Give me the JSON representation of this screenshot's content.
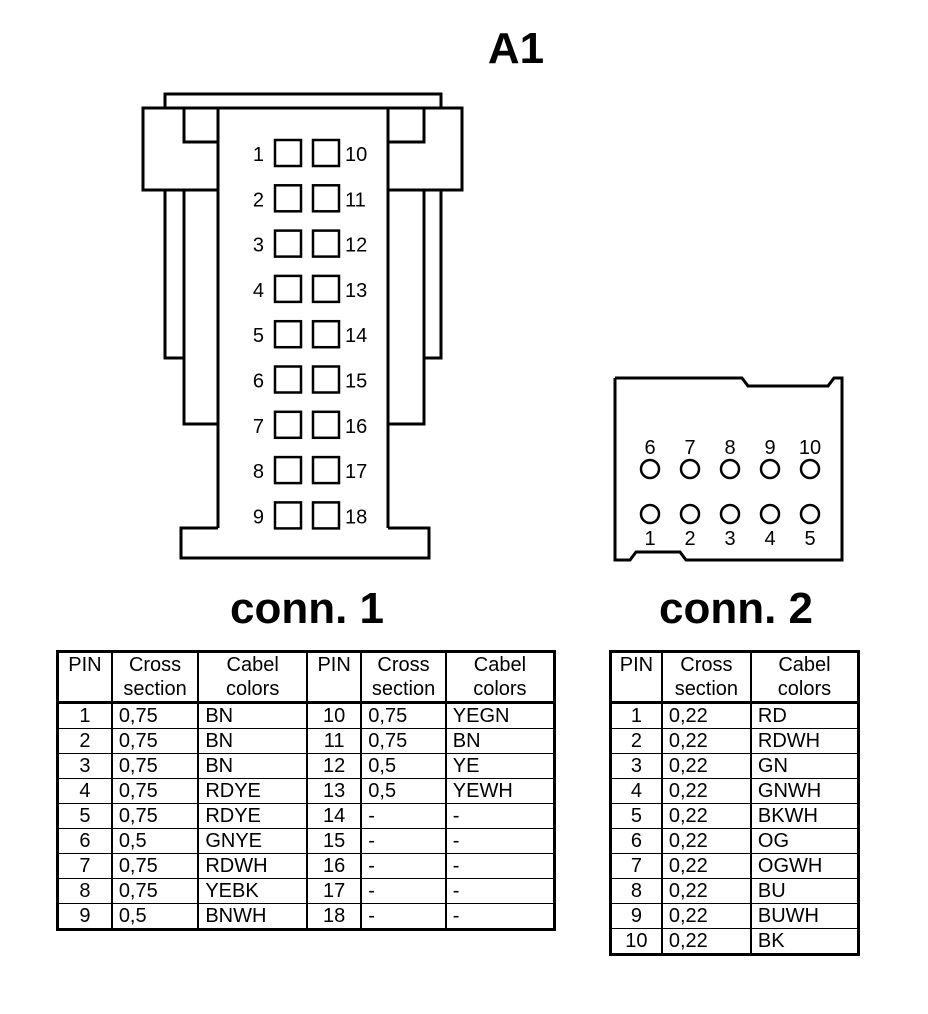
{
  "titles": {
    "main": "A1",
    "conn1": "conn. 1",
    "conn2": "conn. 2"
  },
  "conn1_diagram": {
    "left_pins": [
      "1",
      "2",
      "3",
      "4",
      "5",
      "6",
      "7",
      "8",
      "9"
    ],
    "right_pins": [
      "10",
      "11",
      "12",
      "13",
      "14",
      "15",
      "16",
      "17",
      "18"
    ]
  },
  "conn2_diagram": {
    "top_row_pins": [
      "6",
      "7",
      "8",
      "9",
      "10"
    ],
    "bottom_row_pins": [
      "1",
      "2",
      "3",
      "4",
      "5"
    ]
  },
  "table_headers": {
    "pin": "PIN",
    "cross_line1": "Cross",
    "cross_line2": "section",
    "colors_line1": "Cabel",
    "colors_line2": "colors"
  },
  "conn1_table": {
    "rows": [
      {
        "pin_a": "1",
        "cross_a": "0,75",
        "color_a": "BN",
        "pin_b": "10",
        "cross_b": "0,75",
        "color_b": "YEGN"
      },
      {
        "pin_a": "2",
        "cross_a": "0,75",
        "color_a": "BN",
        "pin_b": "11",
        "cross_b": "0,75",
        "color_b": "BN"
      },
      {
        "pin_a": "3",
        "cross_a": "0,75",
        "color_a": "BN",
        "pin_b": "12",
        "cross_b": "0,5",
        "color_b": "YE"
      },
      {
        "pin_a": "4",
        "cross_a": "0,75",
        "color_a": "RDYE",
        "pin_b": "13",
        "cross_b": "0,5",
        "color_b": "YEWH"
      },
      {
        "pin_a": "5",
        "cross_a": "0,75",
        "color_a": "RDYE",
        "pin_b": "14",
        "cross_b": "-",
        "color_b": "-"
      },
      {
        "pin_a": "6",
        "cross_a": "0,5",
        "color_a": "GNYE",
        "pin_b": "15",
        "cross_b": "-",
        "color_b": "-"
      },
      {
        "pin_a": "7",
        "cross_a": "0,75",
        "color_a": "RDWH",
        "pin_b": "16",
        "cross_b": "-",
        "color_b": "-"
      },
      {
        "pin_a": "8",
        "cross_a": "0,75",
        "color_a": "YEBK",
        "pin_b": "17",
        "cross_b": "-",
        "color_b": "-"
      },
      {
        "pin_a": "9",
        "cross_a": "0,5",
        "color_a": "BNWH",
        "pin_b": "18",
        "cross_b": "-",
        "color_b": "-"
      }
    ]
  },
  "conn2_table": {
    "rows": [
      {
        "pin": "1",
        "cross": "0,22",
        "color": "RD"
      },
      {
        "pin": "2",
        "cross": "0,22",
        "color": "RDWH"
      },
      {
        "pin": "3",
        "cross": "0,22",
        "color": "GN"
      },
      {
        "pin": "4",
        "cross": "0,22",
        "color": "GNWH"
      },
      {
        "pin": "5",
        "cross": "0,22",
        "color": "BKWH"
      },
      {
        "pin": "6",
        "cross": "0,22",
        "color": "OG"
      },
      {
        "pin": "7",
        "cross": "0,22",
        "color": "OGWH"
      },
      {
        "pin": "8",
        "cross": "0,22",
        "color": "BU"
      },
      {
        "pin": "9",
        "cross": "0,22",
        "color": "BUWH"
      },
      {
        "pin": "10",
        "cross": "0,22",
        "color": "BK"
      }
    ]
  }
}
